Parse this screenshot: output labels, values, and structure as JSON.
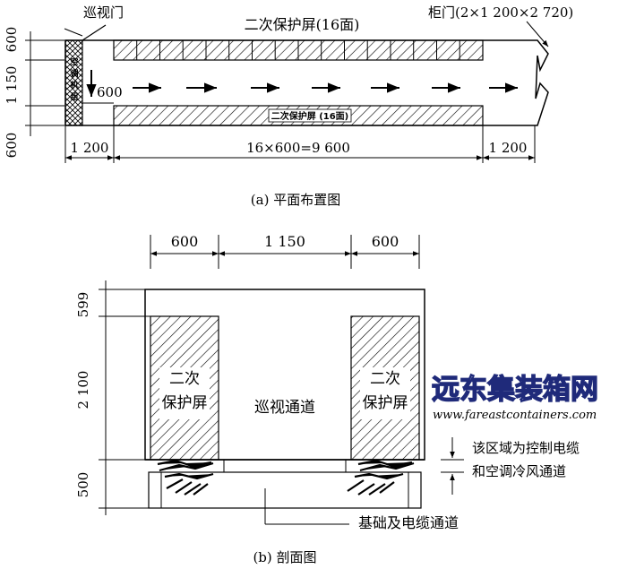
{
  "plan": {
    "label_inspection_door": "巡视门",
    "label_secondary_screen_top": "二次保护屏(16面)",
    "label_cabinet_door": "柜门(2×1 200×2 720)",
    "label_aircon": "空调机组",
    "label_secondary_screen_bottom": "二次保护屏 (16面)",
    "dim_left_top": "600",
    "dim_left_mid": "1 150",
    "dim_left_bottom": "600",
    "dim_inner": "600",
    "dim_bottom_left": "1 200",
    "dim_bottom_mid": "16×600=9 600",
    "dim_bottom_right": "1 200",
    "caption": "(a) 平面布置图"
  },
  "section": {
    "dim_top_left": "600",
    "dim_top_mid": "1 150",
    "dim_top_right": "600",
    "dim_left_top": "599",
    "dim_left_mid": "2 100",
    "dim_left_bottom": "500",
    "label_screen_left_1": "二次",
    "label_screen_left_2": "保护屏",
    "label_screen_right_1": "二次",
    "label_screen_right_2": "保护屏",
    "label_aisle": "巡视通道",
    "label_cable_zone_1": "该区域为控制电缆",
    "label_cable_zone_2": "和空调冷风通道",
    "label_foundation": "基础及电缆通道",
    "caption": "(b) 剖面图"
  },
  "watermark": {
    "title": "远东集装箱网",
    "url": "www.fareastcontainers.com",
    "color": "#1f2a7a"
  }
}
